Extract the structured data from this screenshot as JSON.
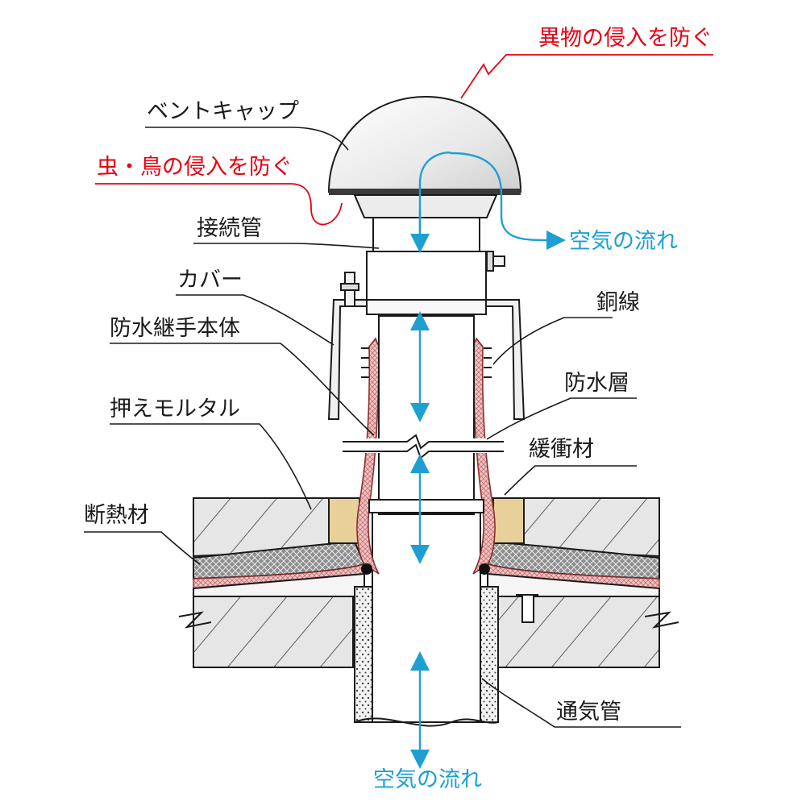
{
  "labels": {
    "foreign_matter": "異物の侵入を防ぐ",
    "vent_cap": "ベントキャップ",
    "insects_birds": "虫・鳥の侵入を防ぐ",
    "connection_pipe": "接続管",
    "airflow_top": "空気の流れ",
    "cover": "カバー",
    "copper_wire": "銅線",
    "joint_body": "防水継手本体",
    "waterproof_layer": "防水層",
    "mortar": "押えモルタル",
    "buffer": "緩衝材",
    "insulation": "断熱材",
    "vent_pipe": "通気管",
    "airflow_bottom": "空気の流れ"
  },
  "colors": {
    "text": "#1a1a1a",
    "red": "#e60012",
    "blue": "#1e9fd2",
    "membrane": "#f2c4c4",
    "buffer": "#e8d09a",
    "concrete": "#e6e6e6",
    "insulation": "#9a9a9a"
  }
}
